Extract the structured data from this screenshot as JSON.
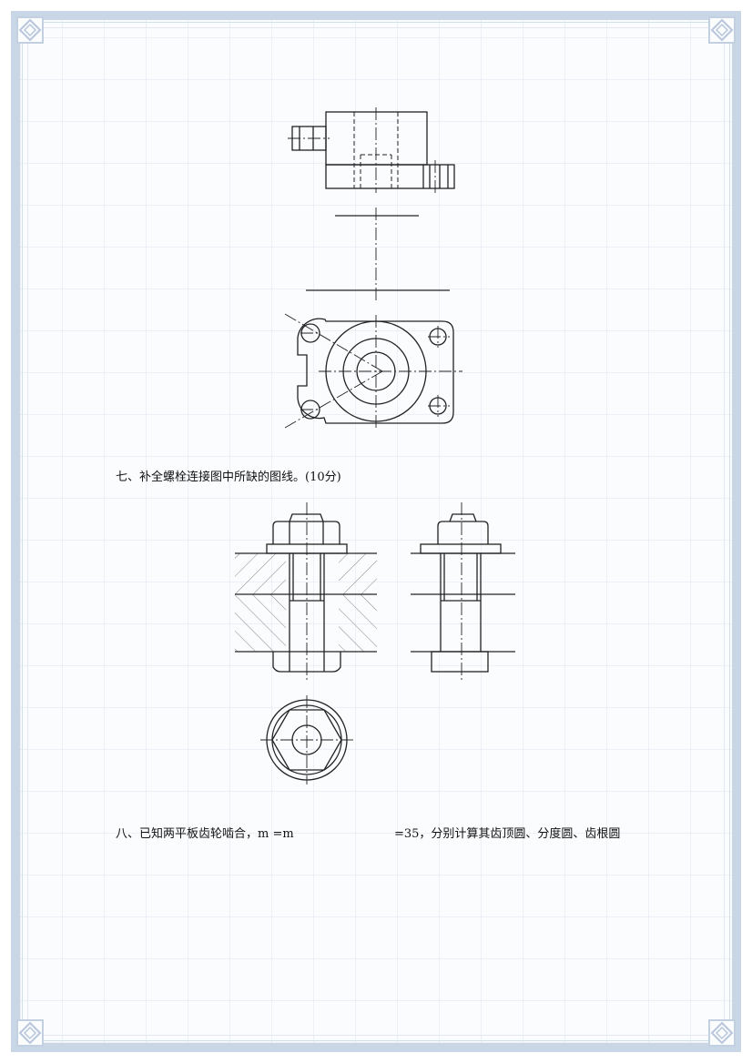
{
  "question7": {
    "text": "七、补全螺栓连接图中所缺的图线。(10分)"
  },
  "question8": {
    "text_part1": "八、已知两平板齿轮啮合，m =m",
    "text_part2": "=35，分别计算其齿顶圆、分度圆、齿根圆"
  },
  "decor": {
    "border_color": "#c9d6e6",
    "line_color": "#222222",
    "hatch_color": "#777777"
  }
}
